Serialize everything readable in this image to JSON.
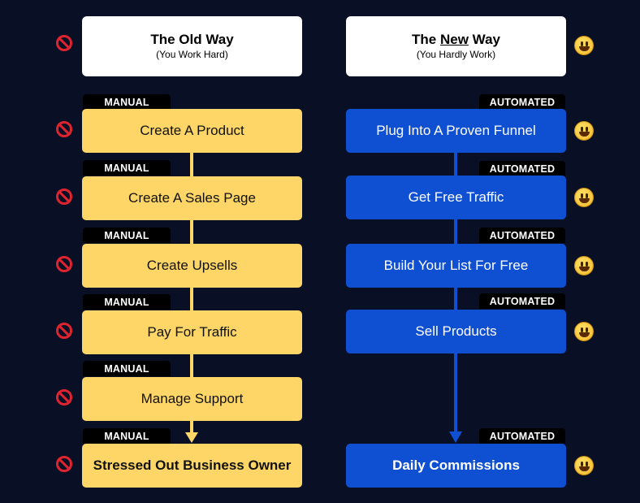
{
  "old_way": {
    "title": "The Old Way",
    "subtitle": "(You Work Hard)",
    "tag_label": "MANUAL",
    "steps": [
      "Create A Product",
      "Create A Sales Page",
      "Create Upsells",
      "Pay For Traffic",
      "Manage Support",
      "Stressed Out Business Owner"
    ],
    "icon": "no-entry-icon",
    "box_color": "#fdd667"
  },
  "new_way": {
    "title_prefix": "The ",
    "title_emph": "New",
    "title_suffix": " Way",
    "subtitle": "(You Hardly Work)",
    "tag_label": "AUTOMATED",
    "steps": [
      "Plug Into A Proven Funnel",
      "Get Free Traffic",
      "Build Your List For Free",
      "Sell Products",
      "Daily Commissions"
    ],
    "icon": "smiley-icon",
    "box_color": "#0f4fd1"
  },
  "colors": {
    "background": "#090f24",
    "no_icon": "#e0242f"
  }
}
